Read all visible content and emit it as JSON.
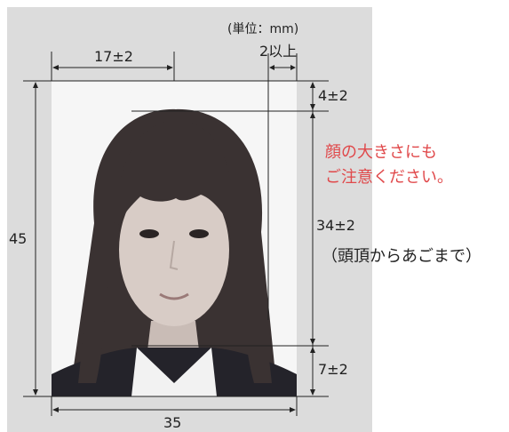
{
  "unit_label": "(単位：mm)",
  "dims": {
    "head_offset": "17±2",
    "side_margin": "2以上",
    "top_margin": "4±2",
    "face_length": "34±2",
    "bottom_margin": "7±2",
    "height": "45",
    "width": "35"
  },
  "note": {
    "line1": "顔の大きさにも",
    "line2": "ご注意ください。"
  },
  "face_length_note": "（頭頂からあごまで）",
  "colors": {
    "panel": "#dcdcdc",
    "note_text": "#e0484a",
    "line": "#222222"
  }
}
